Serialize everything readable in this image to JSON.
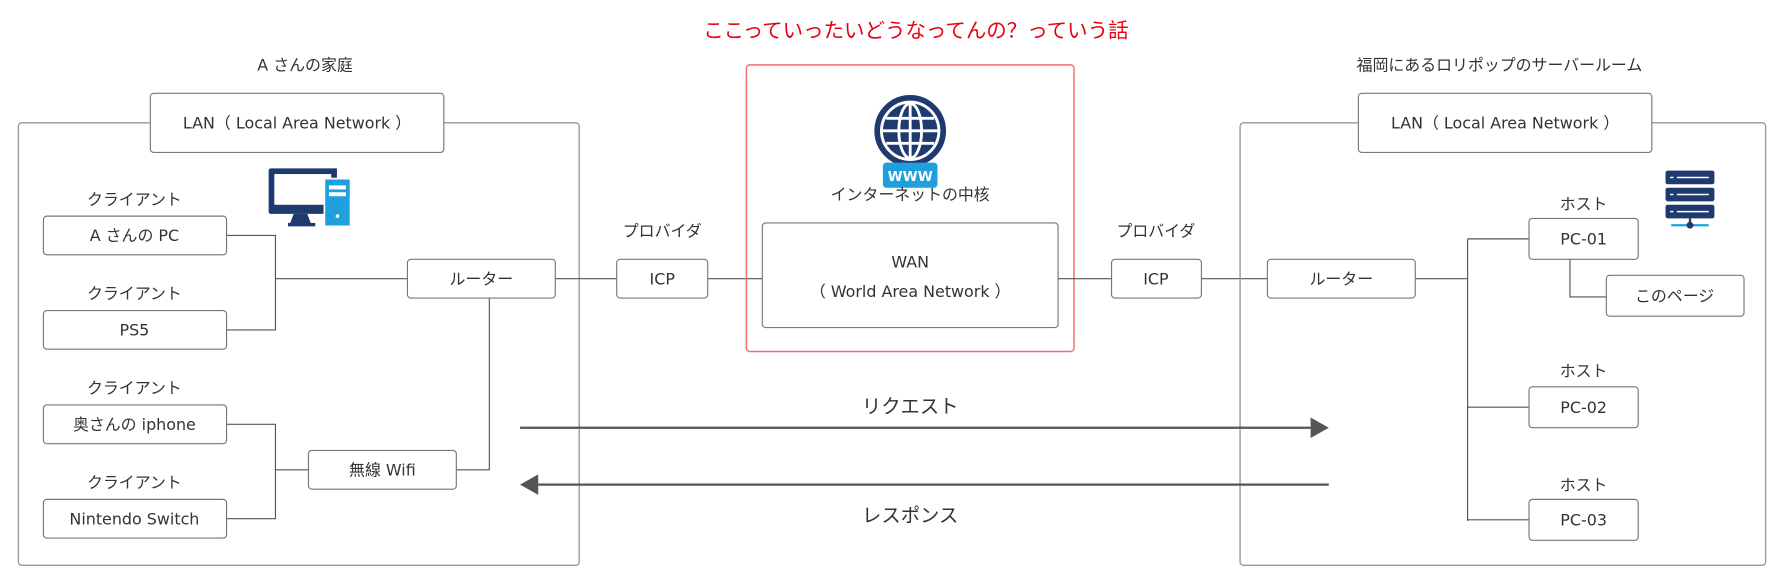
{
  "title": "ここっていったいどうなってんの？っていう話",
  "colors": {
    "title": "#e60012",
    "core_border": "#f07070",
    "icon_dark": "#1f3a6e",
    "icon_light": "#1ea0dc"
  },
  "home": {
    "label": "A さんの家庭",
    "lan": "LAN（ Local Area Network ）",
    "icon": "desktop-computer-icon",
    "clients": [
      {
        "tag": "クライアント",
        "name": "A さんの PC"
      },
      {
        "tag": "クライアント",
        "name": "PS5"
      },
      {
        "tag": "クライアント",
        "name": "奥さんの iphone"
      },
      {
        "tag": "クライアント",
        "name": "Nintendo Switch"
      }
    ],
    "router": "ルーター",
    "wifi": "無線 Wifi"
  },
  "provider_left": {
    "tag": "プロバイダ",
    "name": "ICP"
  },
  "core": {
    "icon": "globe-www-icon",
    "www": "WWW",
    "label": "インターネットの中核",
    "wan_title": "WAN",
    "wan_sub": "（ World Area Network ）"
  },
  "provider_right": {
    "tag": "プロバイダ",
    "name": "ICP"
  },
  "server_room": {
    "label": "福岡にあるロリポップのサーバールーム",
    "lan": "LAN（ Local Area Network ）",
    "icon": "server-rack-icon",
    "router": "ルーター",
    "hosts": [
      {
        "tag": "ホスト",
        "name": "PC-01"
      },
      {
        "tag": "ホスト",
        "name": "PC-02"
      },
      {
        "tag": "ホスト",
        "name": "PC-03"
      }
    ],
    "page": "このページ"
  },
  "request": "リクエスト",
  "response": "レスポンス"
}
